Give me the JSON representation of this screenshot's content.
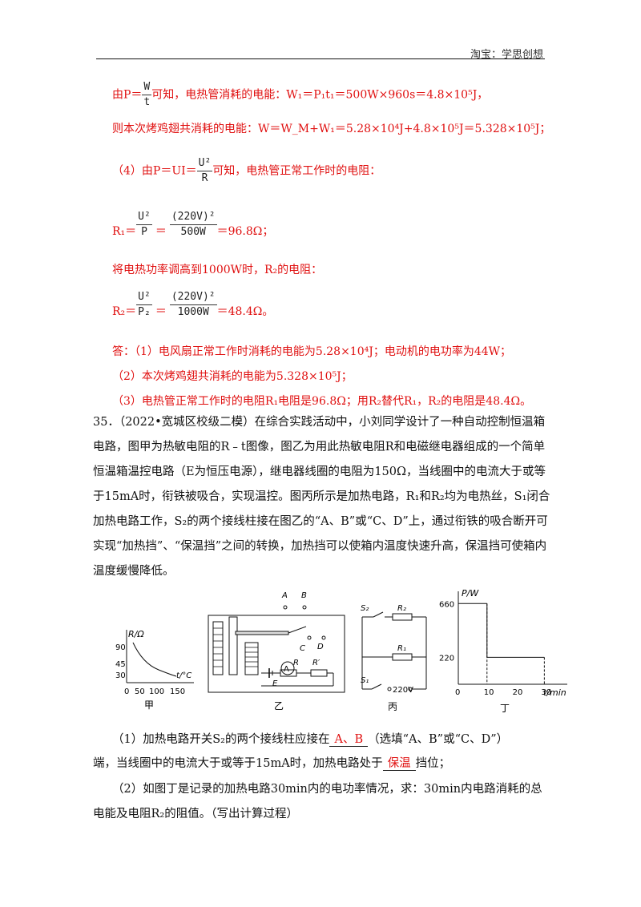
{
  "header": {
    "shop": "淘宝：学思创想"
  },
  "solution": {
    "line1_prefix": "由P＝",
    "line1_frac_top": "W",
    "line1_frac_bottom": "t",
    "line1_rest": "可知，电热管消耗的电能：W₁＝P₁t₁＝500W×960s＝4.8×10⁵J，",
    "line2": "则本次烤鸡翅共消耗的电能：W＝W_M+W₁＝5.28×10⁴J+4.8×10⁵J＝5.328×10⁵J；",
    "line3_prefix": "（4）由P＝UI＝",
    "line3_frac_top": "U²",
    "line3_frac_bottom": "R",
    "line3_rest": "可知，电热管正常工作时的电阻：",
    "r1_label": "R₁＝",
    "r1_frac1_top": "U²",
    "r1_frac1_bottom": "P",
    "r1_eq": "＝",
    "r1_frac2_top": "(220V)²",
    "r1_frac2_bottom": "500W",
    "r1_result": "＝96.8Ω；",
    "line5": "将电热功率调高到1000W时，R₂的电阻：",
    "r2_label": "R₂＝",
    "r2_frac1_top": "U²",
    "r2_frac1_bottom": "P₂",
    "r2_eq": "＝",
    "r2_frac2_top": "(220V)²",
    "r2_frac2_bottom": "1000W",
    "r2_result": "＝48.4Ω。",
    "answer1": "答：（1）电风扇正常工作时消耗的电能为5.28×10⁴J；电动机的电功率为44W；",
    "answer2": "（2）本次烤鸡翅共消耗的电能为5.328×10⁵J；",
    "answer3": "（3）电热管正常工作时的电阻R₁电阻是96.8Ω；用R₂替代R₁，R₂的电阻是48.4Ω。"
  },
  "question": {
    "number": "35．",
    "text": "（2022•宽城区校级二模）在综合实践活动中，小刘同学设计了一种自动控制恒温箱电路，图甲为热敏电阻的R﹣t图像，图乙为用此热敏电阻R和电磁继电器组成的一个简单恒温箱温控电路（E为恒压电源），继电器线圈的电阻为150Ω，当线圈中的电流大于或等于15mA时，衔铁被吸合，实现温控。图丙所示是加热电路，R₁和R₂均为电热丝，S₁闭合加热电路工作，S₂的两个接线柱接在图乙的“A、B”或“C、D”上，通过衔铁的吸合断开可实现“加热挡”、“保温挡”之间的转换，加热挡可以使箱内温度快速升高，保温挡可使箱内温度缓慢降低。",
    "sub1_a": "（1）加热电路开关S₂的两个接线柱应接在",
    "sub1_blank1": "A、B",
    "sub1_b": "（选填“A、B”或“C、D”）",
    "sub1_c": "端，当线圈中的电流大于或等于15mA时，加热电路处于",
    "sub1_blank2": "保温",
    "sub1_d": "挡位；",
    "sub2": "（2）如图丁是记录的加热电路30min内的电功率情况，求：30min内电路消耗的总电能及电阻R₂的阻值。（写出计算过程）"
  },
  "figures": {
    "jia": {
      "caption": "甲",
      "ylabel": "R/Ω",
      "xlabel": "t/°C",
      "yticks": [
        "90",
        "45",
        "30"
      ],
      "xticks": [
        "0",
        "50",
        "100",
        "150"
      ]
    },
    "yi": {
      "caption": "乙",
      "labels": [
        "A",
        "B",
        "C",
        "D",
        "R",
        "R′",
        "E",
        "A"
      ]
    },
    "bing": {
      "caption": "丙",
      "labels": [
        "S₂",
        "R₂",
        "R₁",
        "S₁",
        "220V"
      ]
    },
    "ding": {
      "caption": "丁",
      "ylabel": "P/W",
      "xlabel": "t/min",
      "yticks": [
        "660",
        "220"
      ],
      "xticks": [
        "0",
        "10",
        "20",
        "30"
      ]
    }
  },
  "chart_data": {
    "type": "line",
    "title": "",
    "xlabel": "t/min",
    "ylabel": "P/W",
    "series": [
      {
        "x": [
          0,
          10,
          10,
          30
        ],
        "y": [
          660,
          660,
          220,
          220
        ]
      }
    ],
    "xticks": [
      0,
      10,
      20,
      30
    ],
    "yticks": [
      220,
      660
    ]
  }
}
